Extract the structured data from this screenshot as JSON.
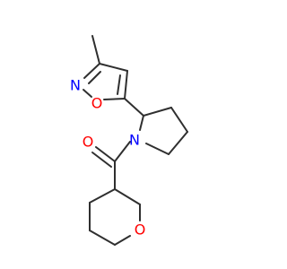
{
  "molecule": {
    "atoms": {
      "o_isoxazole": {
        "label": "O",
        "color": "#ff0000"
      },
      "n_isoxazole": {
        "label": "N",
        "color": "#0000ff"
      },
      "n_pyrrolidine": {
        "label": "N",
        "color": "#0000ff"
      },
      "o_carbonyl": {
        "label": "O",
        "color": "#ff0000"
      },
      "o_oxane": {
        "label": "O",
        "color": "#ff0000"
      }
    },
    "bond_color": "#2f2f2f"
  }
}
